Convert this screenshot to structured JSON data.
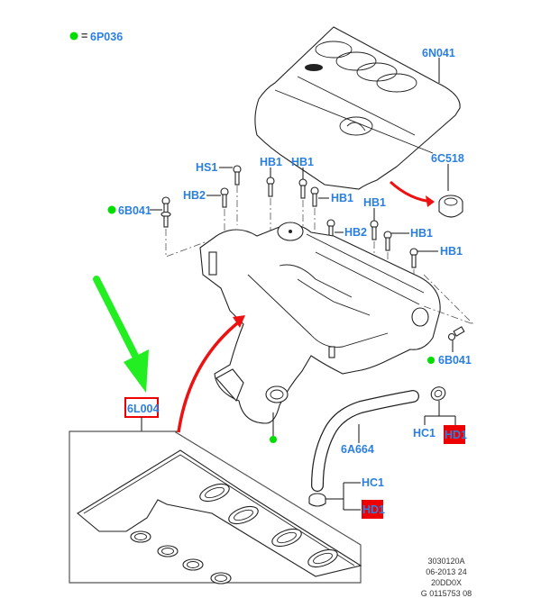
{
  "legend": {
    "marker_color": "#00dd00",
    "equals": "=",
    "part": "6P036"
  },
  "colors": {
    "label_blue": "#2b7fe0",
    "highlight_red": "#ee0000",
    "arrow_green": "#22ee22",
    "arrow_red": "#ee1111"
  },
  "parts": {
    "engine_cover": "6N041",
    "cover_grommet": "6C518",
    "manifold_bolt_left": "6B041",
    "manifold_bolt_right": "6B041",
    "gasket_kit": "6L004",
    "breather_hose": "6A664"
  },
  "fasteners": {
    "hs1": "HS1",
    "hb2_left": "HB2",
    "hb1_a": "HB1",
    "hb1_b": "HB1",
    "hb1_c": "HB1",
    "hb2_right": "HB2",
    "hb1_d": "HB1",
    "hb1_e": "HB1",
    "hb1_f": "HB1"
  },
  "clamps": {
    "upper_hc1": "HC1",
    "upper_hd1": "HD1",
    "lower_hc1": "HC1",
    "lower_hd1": "HD1"
  },
  "footer": {
    "line1": "3030120A",
    "line2": "06-2013 24",
    "line3": "20DD0X",
    "line4": "G 0115753 08"
  }
}
